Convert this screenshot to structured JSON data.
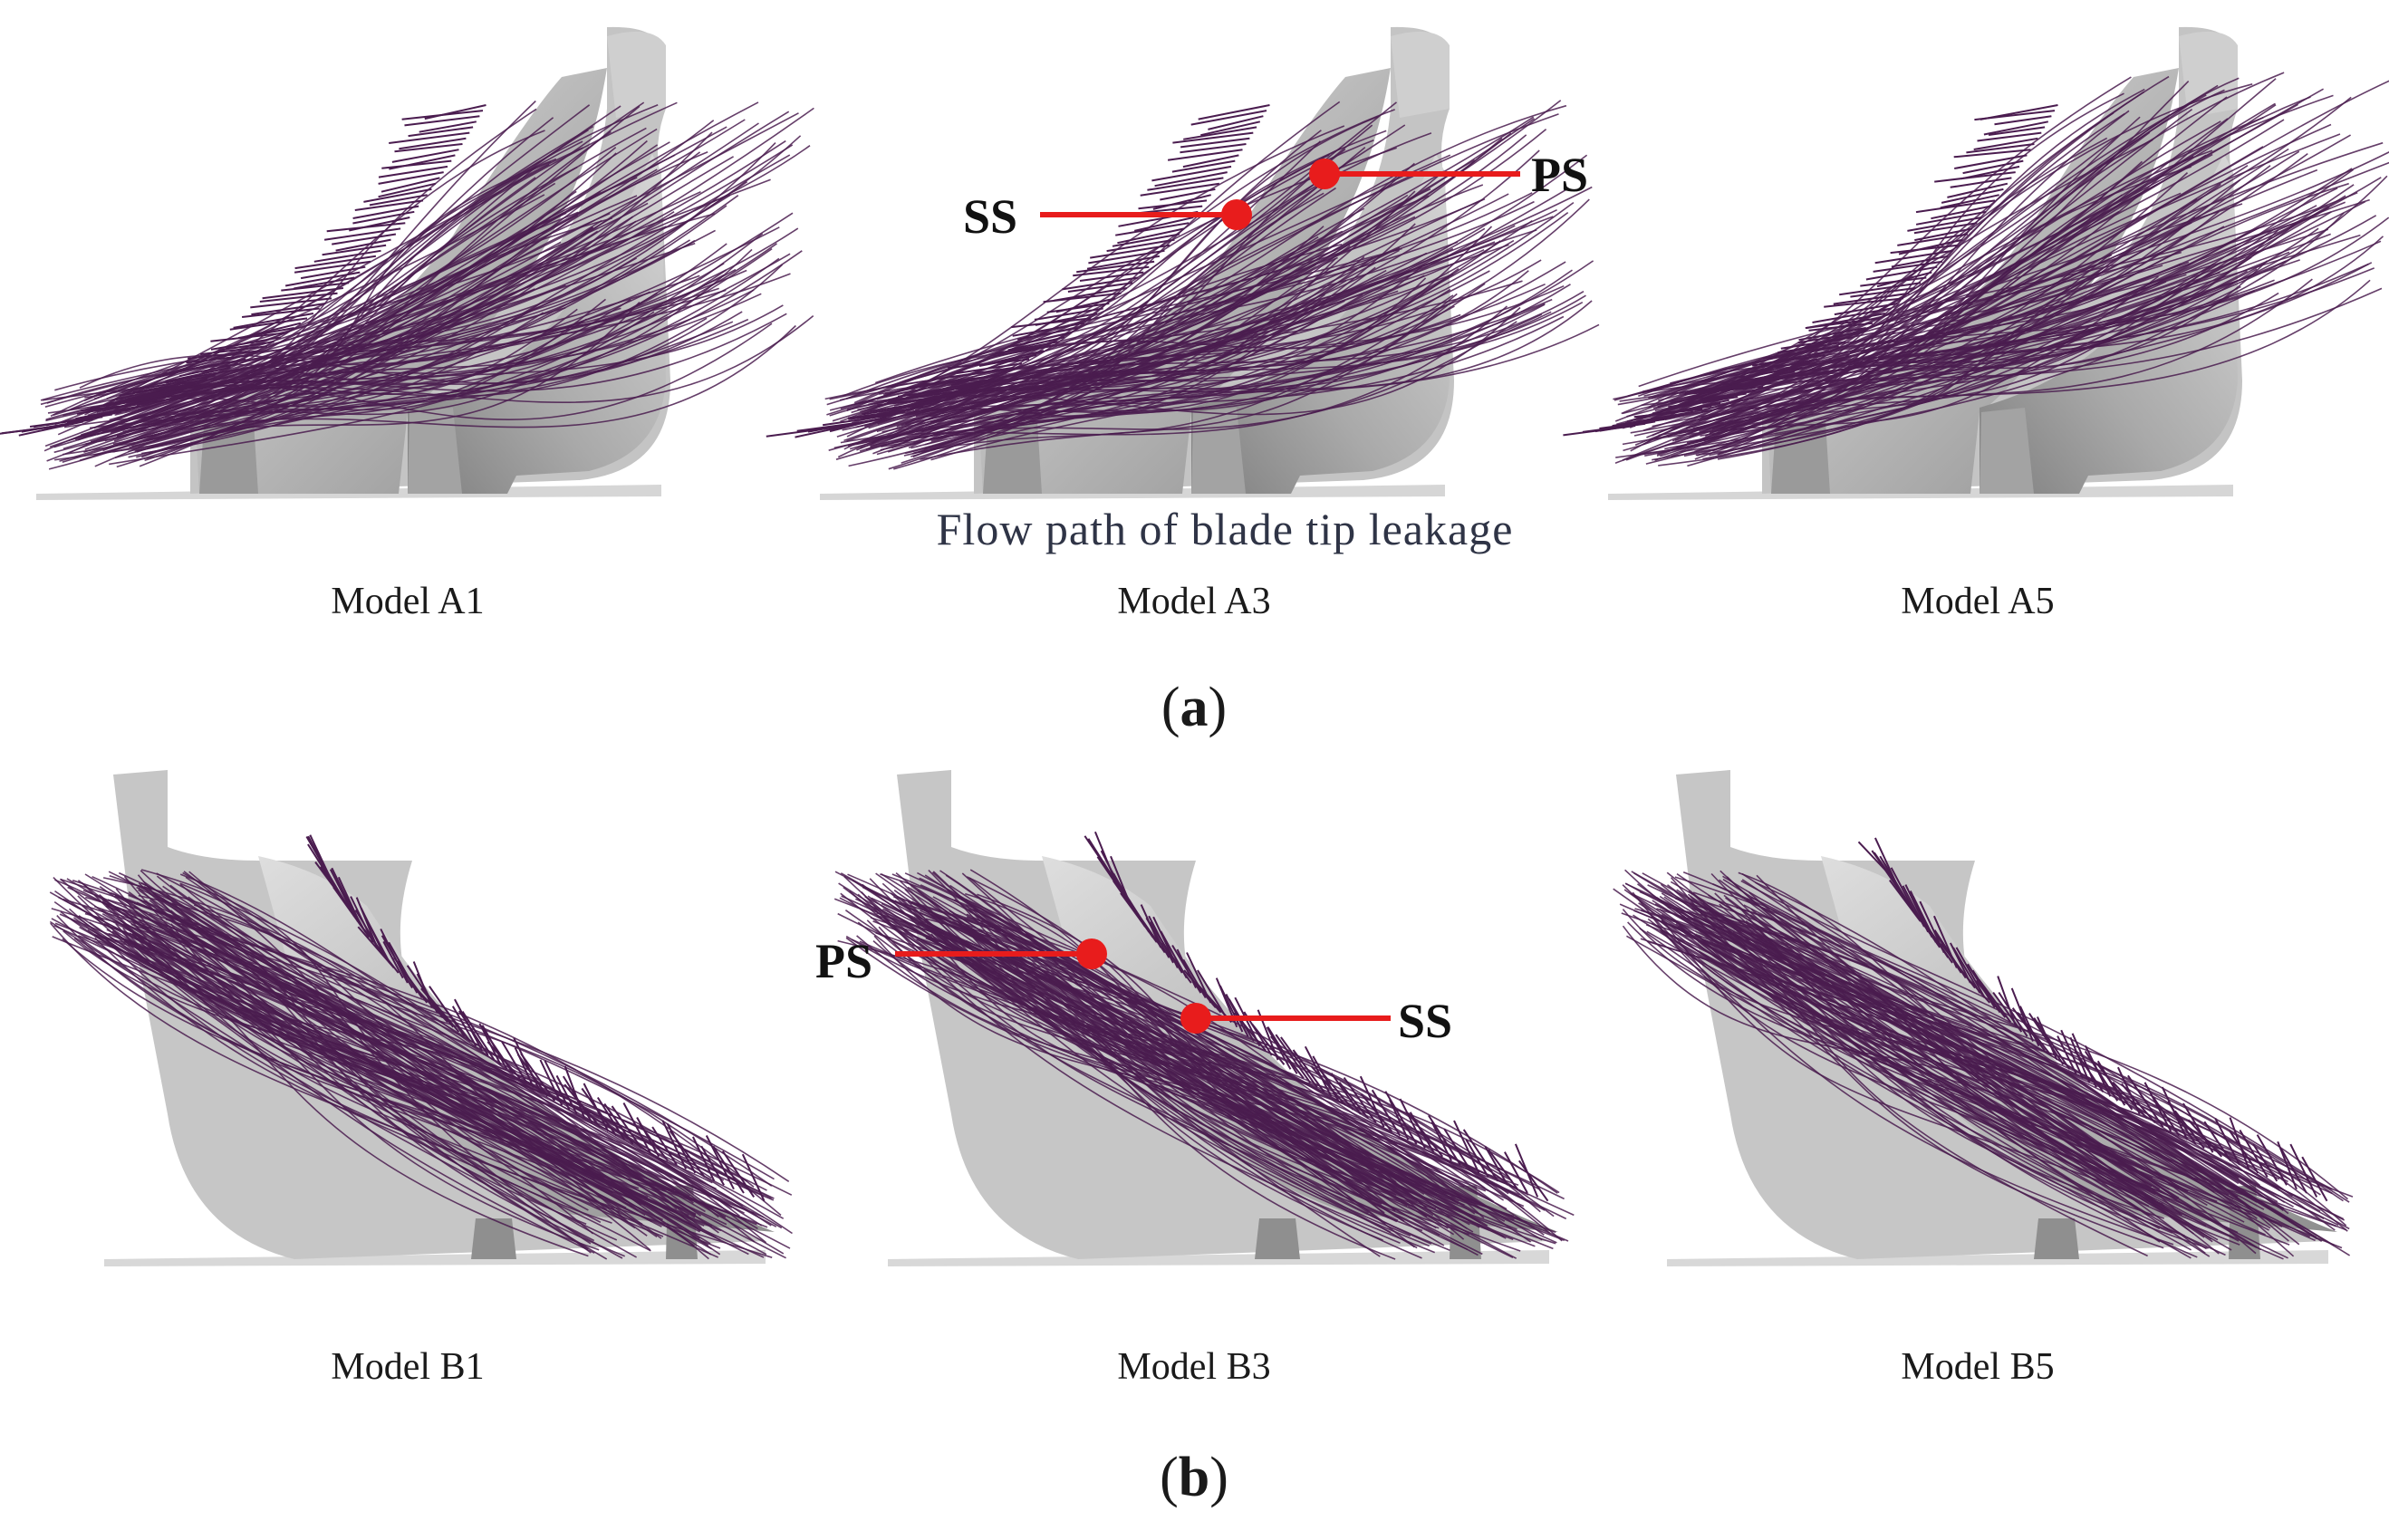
{
  "row_a": {
    "panels": [
      {
        "label": "Model A1"
      },
      {
        "label": "Model A3"
      },
      {
        "label": "Model A5"
      }
    ],
    "caption": "Flow path of blade tip leakage",
    "panel_tag": {
      "open": "(",
      "letter": "a",
      "close": ")"
    },
    "markers": {
      "ss": "SS",
      "ps": "PS"
    }
  },
  "row_b": {
    "panels": [
      {
        "label": "Model B1"
      },
      {
        "label": "Model B3"
      },
      {
        "label": "Model B5"
      }
    ],
    "panel_tag": {
      "open": "(",
      "letter": "b",
      "close": ")"
    },
    "markers": {
      "ps": "PS",
      "ss": "SS"
    }
  },
  "colors": {
    "streamline": "#4a1c4f",
    "blade_light": "#c9c9c9",
    "blade_mid": "#a8a8a8",
    "blade_dark": "#7d7d7d",
    "marker": "#e81c1c"
  }
}
